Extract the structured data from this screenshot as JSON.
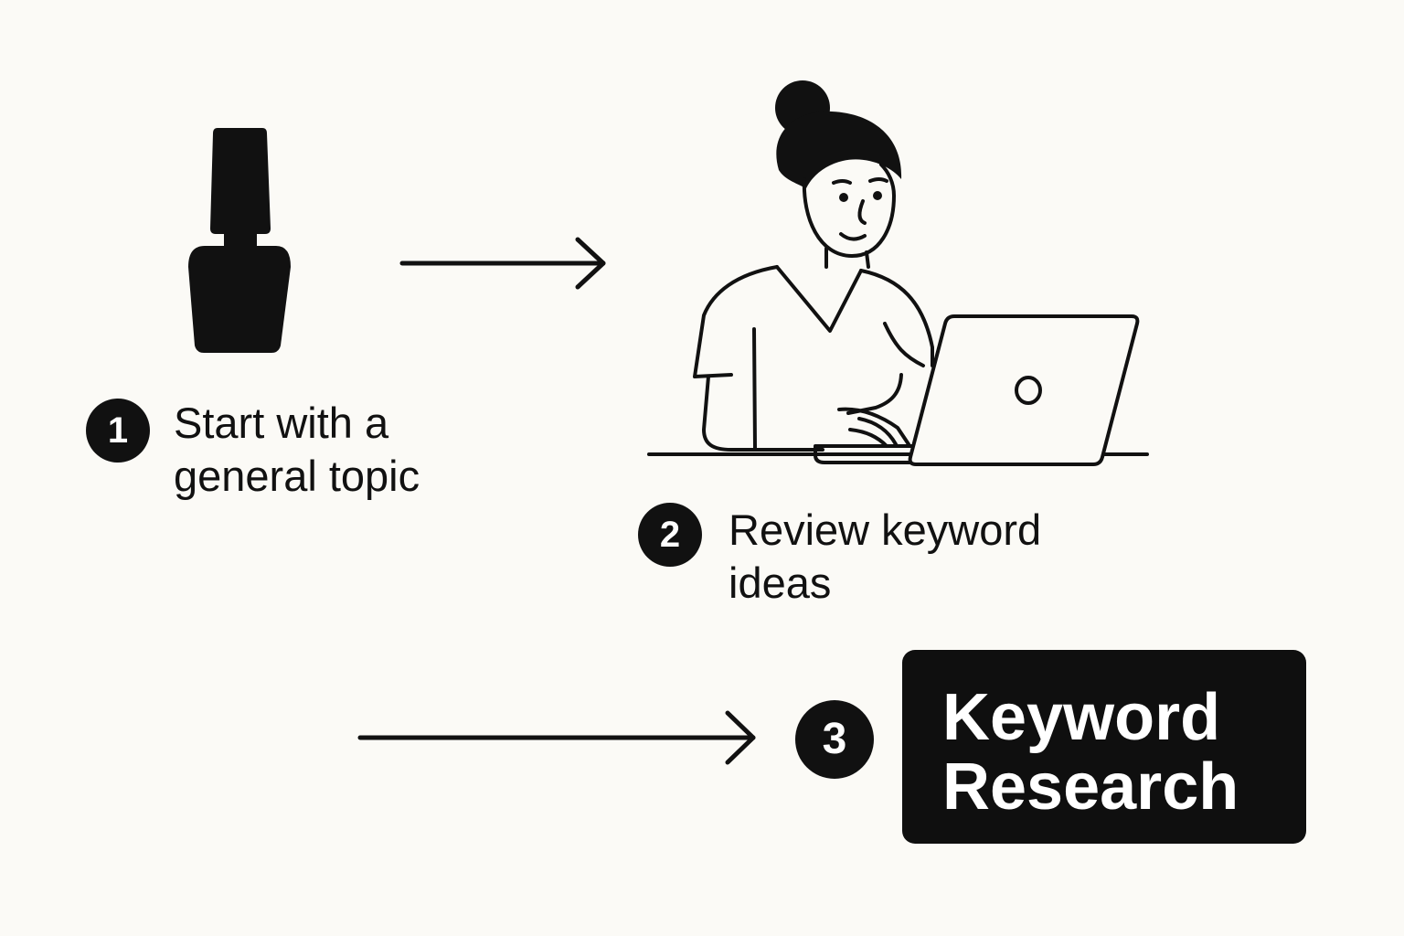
{
  "colors": {
    "background": "#fbfaf6",
    "ink": "#111111",
    "box_text": "#ffffff"
  },
  "steps": [
    {
      "number": "1",
      "icon": "nail-polish-bottle-icon",
      "lines": [
        "Start with a",
        "general topic"
      ]
    },
    {
      "number": "2",
      "icon": "woman-with-laptop-illustration",
      "lines": [
        "Review keyword",
        "ideas"
      ]
    },
    {
      "number": "3",
      "lines": [
        "Keyword",
        "Research"
      ]
    }
  ]
}
